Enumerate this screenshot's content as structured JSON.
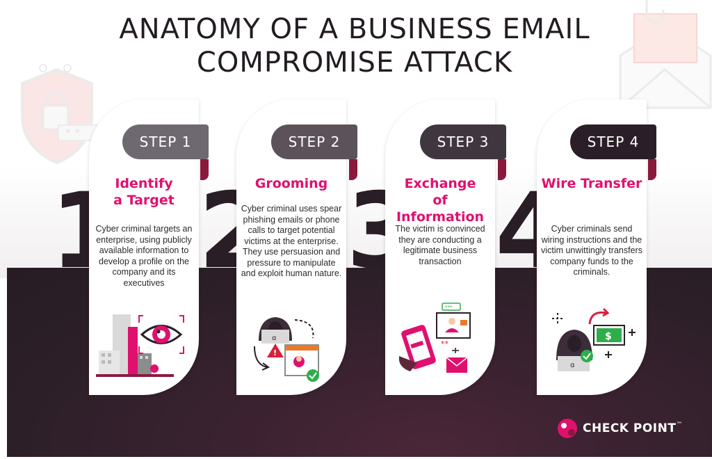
{
  "title": "ANATOMY OF A BUSINESS EMAIL COMPROMISE ATTACK",
  "steps": [
    {
      "label": "STEP 1",
      "number": "1",
      "title": "Identify a Target",
      "text": "Cyber criminal targets an enterprise, using publicly available information to develop a profile on the company and its executives",
      "illustration": "buildings-eye-icon"
    },
    {
      "label": "STEP 2",
      "number": "2",
      "title": "Grooming",
      "text": "Cyber criminal uses spear phishing emails or phone calls to target potential victims at the enterprise. They use persuasion and pressure to manipulate and exploit human nature.",
      "illustration": "hacker-phishing-icon"
    },
    {
      "label": "STEP 3",
      "number": "3",
      "title": "Exchange of Information",
      "text": "The victim is convinced they are conducting a legitimate business transaction",
      "illustration": "phone-email-icon"
    },
    {
      "label": "STEP 4",
      "number": "4",
      "title": "Wire Transfer",
      "text": "Cyber criminals send wiring instructions and the victim unwittingly transfers company funds to the criminals.",
      "illustration": "hacker-money-icon"
    }
  ],
  "brand": {
    "name": "CHECK POINT",
    "trademark": "™"
  },
  "colors": {
    "accent": "#e0106f",
    "step1": "#6e6870",
    "step2": "#5b525a",
    "step3": "#403640",
    "step4": "#2a1f28",
    "dark_bg": "#2c1f28"
  }
}
